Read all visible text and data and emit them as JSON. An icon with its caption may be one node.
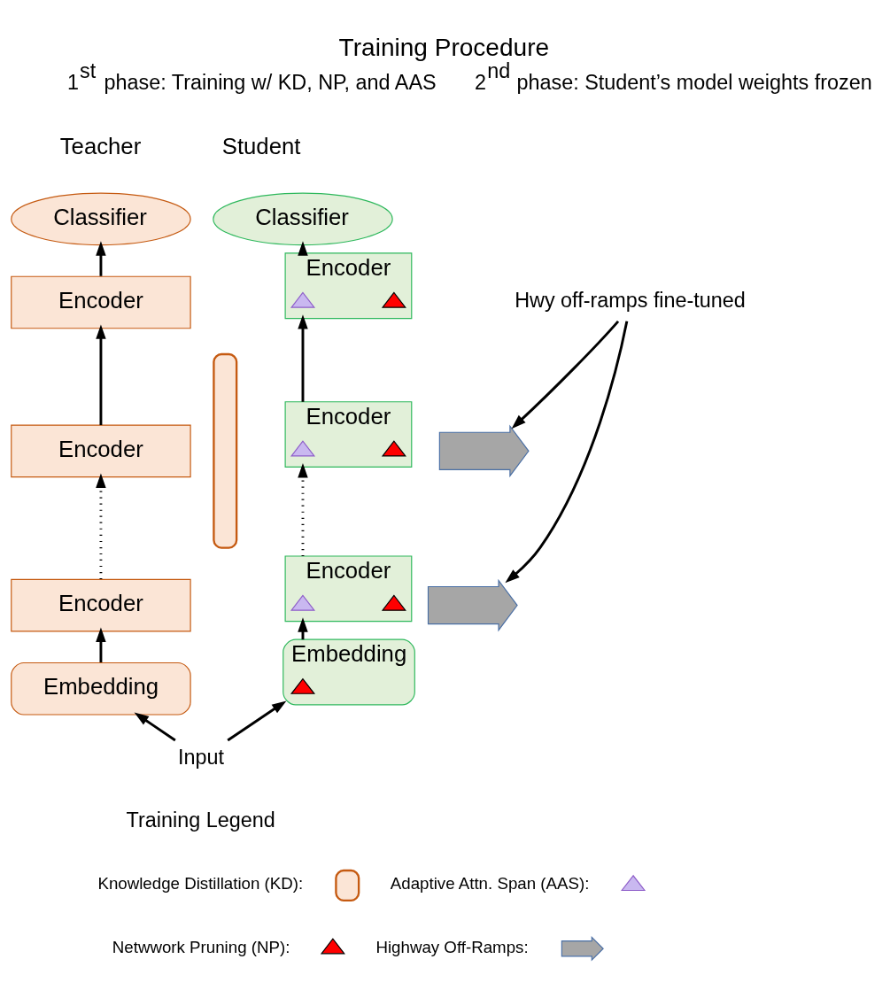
{
  "diagram": {
    "title": "Training Procedure",
    "nodes": [
      {
        "text": [
          "Classifier"
        ]
      },
      {
        "text": [
          "Encoder"
        ]
      },
      {
        "text": [
          "Encoder"
        ]
      },
      {
        "text": [
          "Encoder"
        ]
      },
      {
        "text": [
          "Embedding"
        ]
      },
      {
        "text": [],
        "shape": "brace"
      },
      {
        "text": [
          "Classifier"
        ]
      },
      {
        "text": [
          "Encoder"
        ]
      },
      {
        "text": [],
        "shape": "triangle",
        "in": 7
      },
      {
        "text": [],
        "shape": "triangle",
        "in": 7
      },
      {
        "text": [
          "Encoder"
        ]
      },
      {
        "text": [],
        "shape": "triangle",
        "in": 10
      },
      {
        "text": [],
        "shape": "triangle",
        "in": 10
      },
      {
        "text": [
          "Encoder"
        ]
      },
      {
        "text": [],
        "shape": "triangle",
        "in": 13
      },
      {
        "text": [],
        "shape": "triangle",
        "in": 13
      },
      {
        "text": [
          "Embedding"
        ]
      },
      {
        "text": [],
        "shape": "triangle",
        "in": 16
      },
      {
        "text": [
          "Hwy off-ramps fine-tuned"
        ]
      },
      {
        "text": [],
        "shape": "arrow"
      },
      {
        "text": [],
        "shape": "arrow"
      },
      {
        "text": [
          "Input"
        ]
      },
      {
        "text": [],
        "shape": "brace"
      },
      {
        "text": [],
        "shape": "triangle"
      },
      {
        "text": [],
        "shape": "triangle"
      },
      {
        "text": [],
        "shape": "arrow"
      }
    ],
    "edges": [
      {
        "from": 4,
        "to": 3,
        "arrow": "to"
      },
      {
        "from": 3,
        "to": 2,
        "arrow": "to",
        "style": "dashed"
      },
      {
        "from": 2,
        "to": 1,
        "arrow": "to"
      },
      {
        "from": 1,
        "to": 0,
        "arrow": "to"
      },
      {
        "from": 16,
        "to": 13,
        "arrow": "to"
      },
      {
        "from": 13,
        "to": 10,
        "arrow": "to",
        "style": "dashed"
      },
      {
        "from": 10,
        "to": 7,
        "arrow": "to"
      },
      {
        "from": 7,
        "to": 6,
        "arrow": "to"
      },
      {
        "from": 21,
        "to": 4,
        "arrow": "to"
      },
      {
        "from": 21,
        "to": 16,
        "arrow": "to"
      },
      {
        "from": 18,
        "to": 19,
        "arrow": "to"
      },
      {
        "from": 18,
        "to": 20,
        "arrow": "to"
      }
    ],
    "labels": [
      "1$^{st}$ phase: Training w/ KD, NP, and AAS",
      "2$^{nd}$ phase: Student’s model weights frozen",
      "Teacher",
      "Student",
      "Training Legend"
    ],
    "legend": [
      {
        "text": "Knowledge Distillation (KD):"
      },
      {
        "text": "Adaptive Attn. Span (AAS):"
      },
      {
        "text": "Netwwork Pruning (NP):"
      },
      {
        "text": "Highway Off-Ramps:"
      }
    ]
  }
}
